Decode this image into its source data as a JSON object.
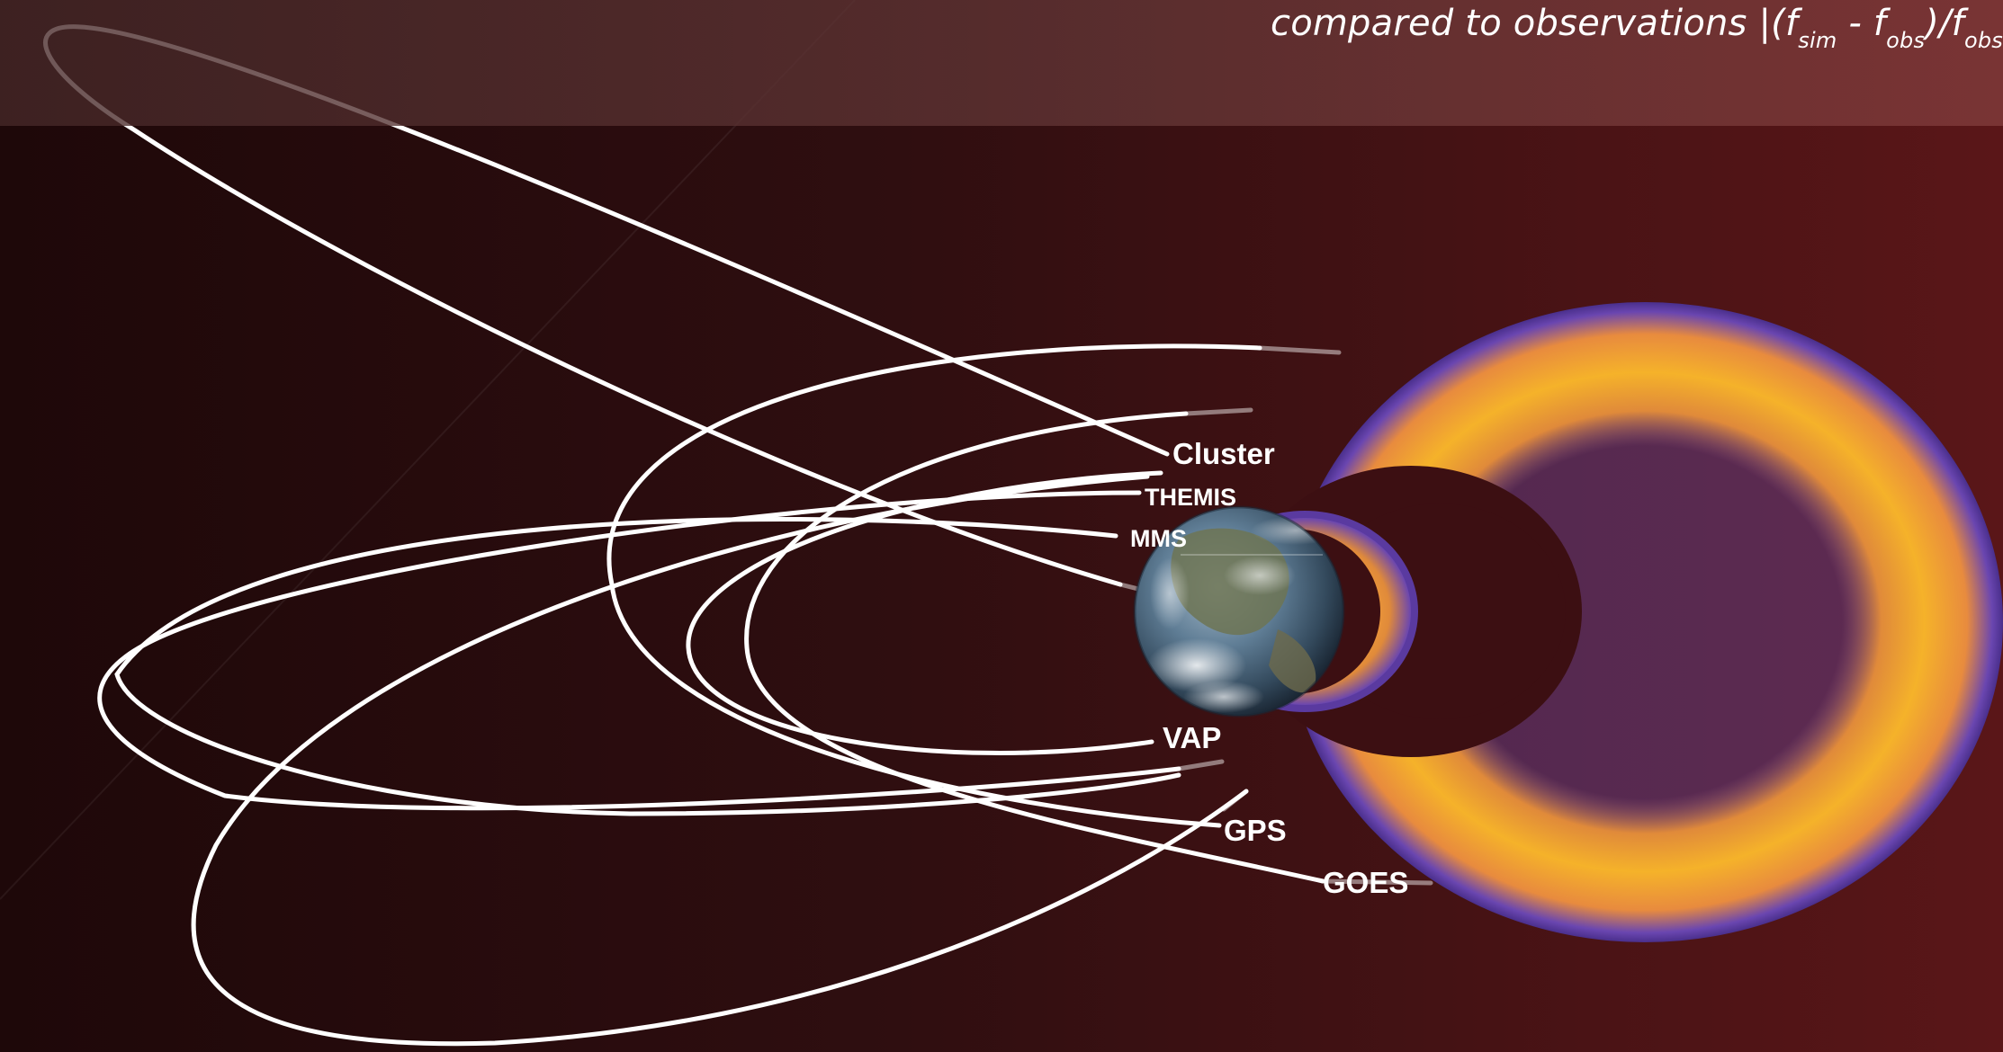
{
  "header": {
    "caption_prefix": "compared to observations |(f",
    "sub_sim": "sim",
    "minus": " - f",
    "sub_obs_1": "obs",
    "slash": ")/f",
    "sub_obs_2": "obs"
  },
  "missions": [
    {
      "label": "Cluster"
    },
    {
      "label": "THEMIS"
    },
    {
      "label": "MMS"
    },
    {
      "label": "VAP"
    },
    {
      "label": "GPS"
    },
    {
      "label": "GOES"
    }
  ],
  "colors": {
    "background": "#2a0c0e",
    "orbit": "#ffffff",
    "belt_outer": "#5a3aa0",
    "belt_core": "#f5b030",
    "earth_ocean": "#4d6a82"
  },
  "icons": {
    "earth": "earth-globe-icon"
  }
}
